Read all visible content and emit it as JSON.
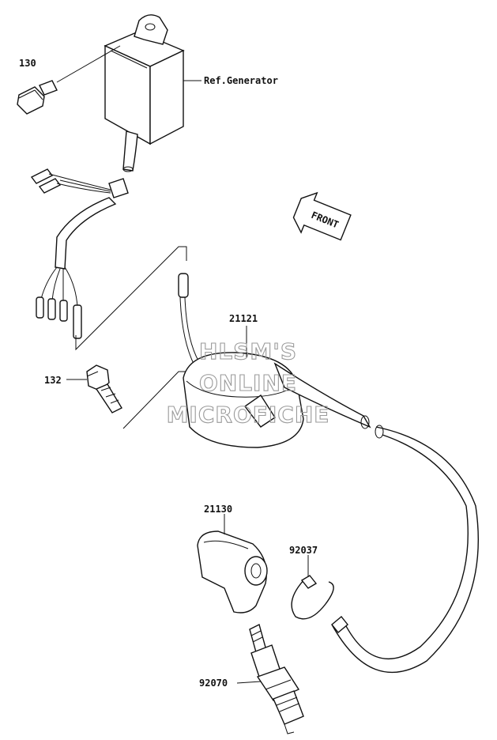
{
  "labels": {
    "p130": "130",
    "ref_generator": "Ref.Generator",
    "p132": "132",
    "p21121": "21121",
    "p21130": "21130",
    "p92037": "92037",
    "p92070": "92070"
  },
  "front_arrow": "FRONT",
  "watermark": {
    "line1": "HLSM'S",
    "line2": "ONLINE",
    "line3": "MICROFICHE"
  }
}
